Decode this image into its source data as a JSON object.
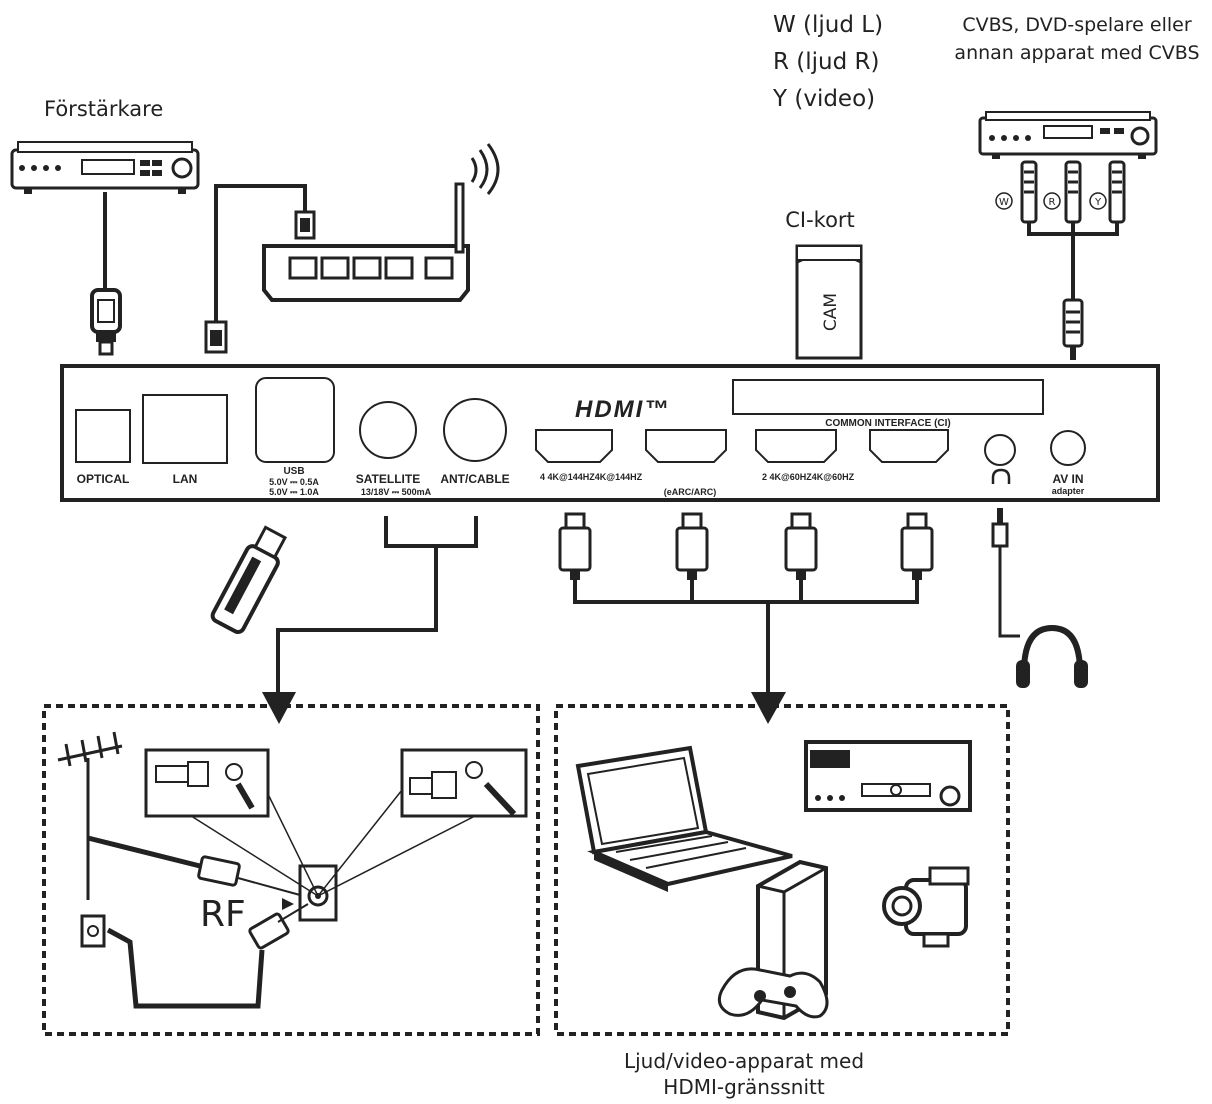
{
  "labels": {
    "amplifier": "Förstärkare",
    "audio_left": "W (ljud L)",
    "audio_right": "R (ljud R)",
    "video": "Y (video)",
    "cvbs_line1": "CVBS, DVD-spelare eller",
    "cvbs_line2": "annan apparat med CVBS",
    "ci_card": "CI-kort",
    "cam": "CAM",
    "rf": "RF",
    "hdmi_devices_line1": "Ljud/video-apparat med",
    "hdmi_devices_line2": "HDMI-gränssnitt"
  },
  "panel": {
    "hdmi_logo": "HDMI™",
    "common_interface": "COMMON INTERFACE (CI)",
    "optical": "OPTICAL",
    "lan": "LAN",
    "usb": "USB",
    "usb_rating1": "5.0V ⎓ 0.5A",
    "usb_rating2": "5.0V ⎓ 1.0A",
    "satellite": "SATELLITE",
    "satellite_rating": "13/18V ⎓ 500mA",
    "ant_cable": "ANT/CABLE",
    "hdmi_group1": "4  4K@144HZ4K@144HZ",
    "earc": "(eARC/ARC)",
    "hdmi_group2": "2  4K@60HZ4K@60HZ",
    "av_in": "AV IN",
    "adapter": "adapter"
  },
  "rca_markers": [
    "W",
    "R",
    "Y"
  ]
}
